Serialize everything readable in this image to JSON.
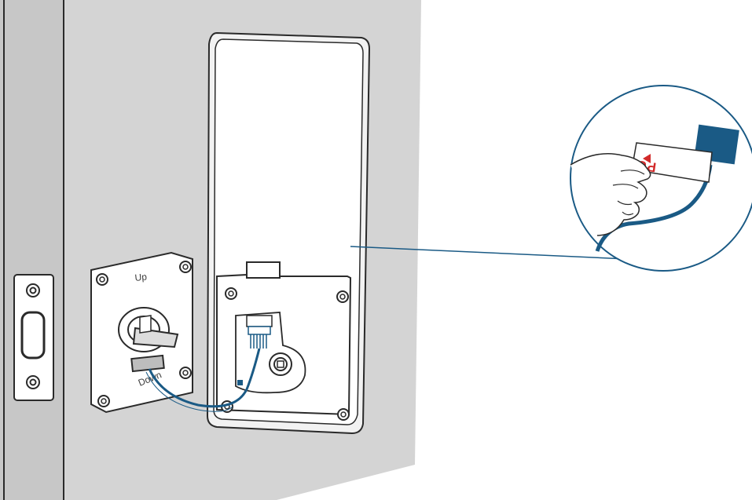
{
  "labels": {
    "up": "Up",
    "down": "Down",
    "pull": "PULL"
  },
  "colors": {
    "wall": "#d4d4d4",
    "door_edge": "#c5c5c5",
    "outline": "#2a2a2a",
    "panel": "#ffffff",
    "cable": "#1a5a85",
    "callout_line": "#1a5a85",
    "pull_tab_red": "#d22a2a"
  }
}
